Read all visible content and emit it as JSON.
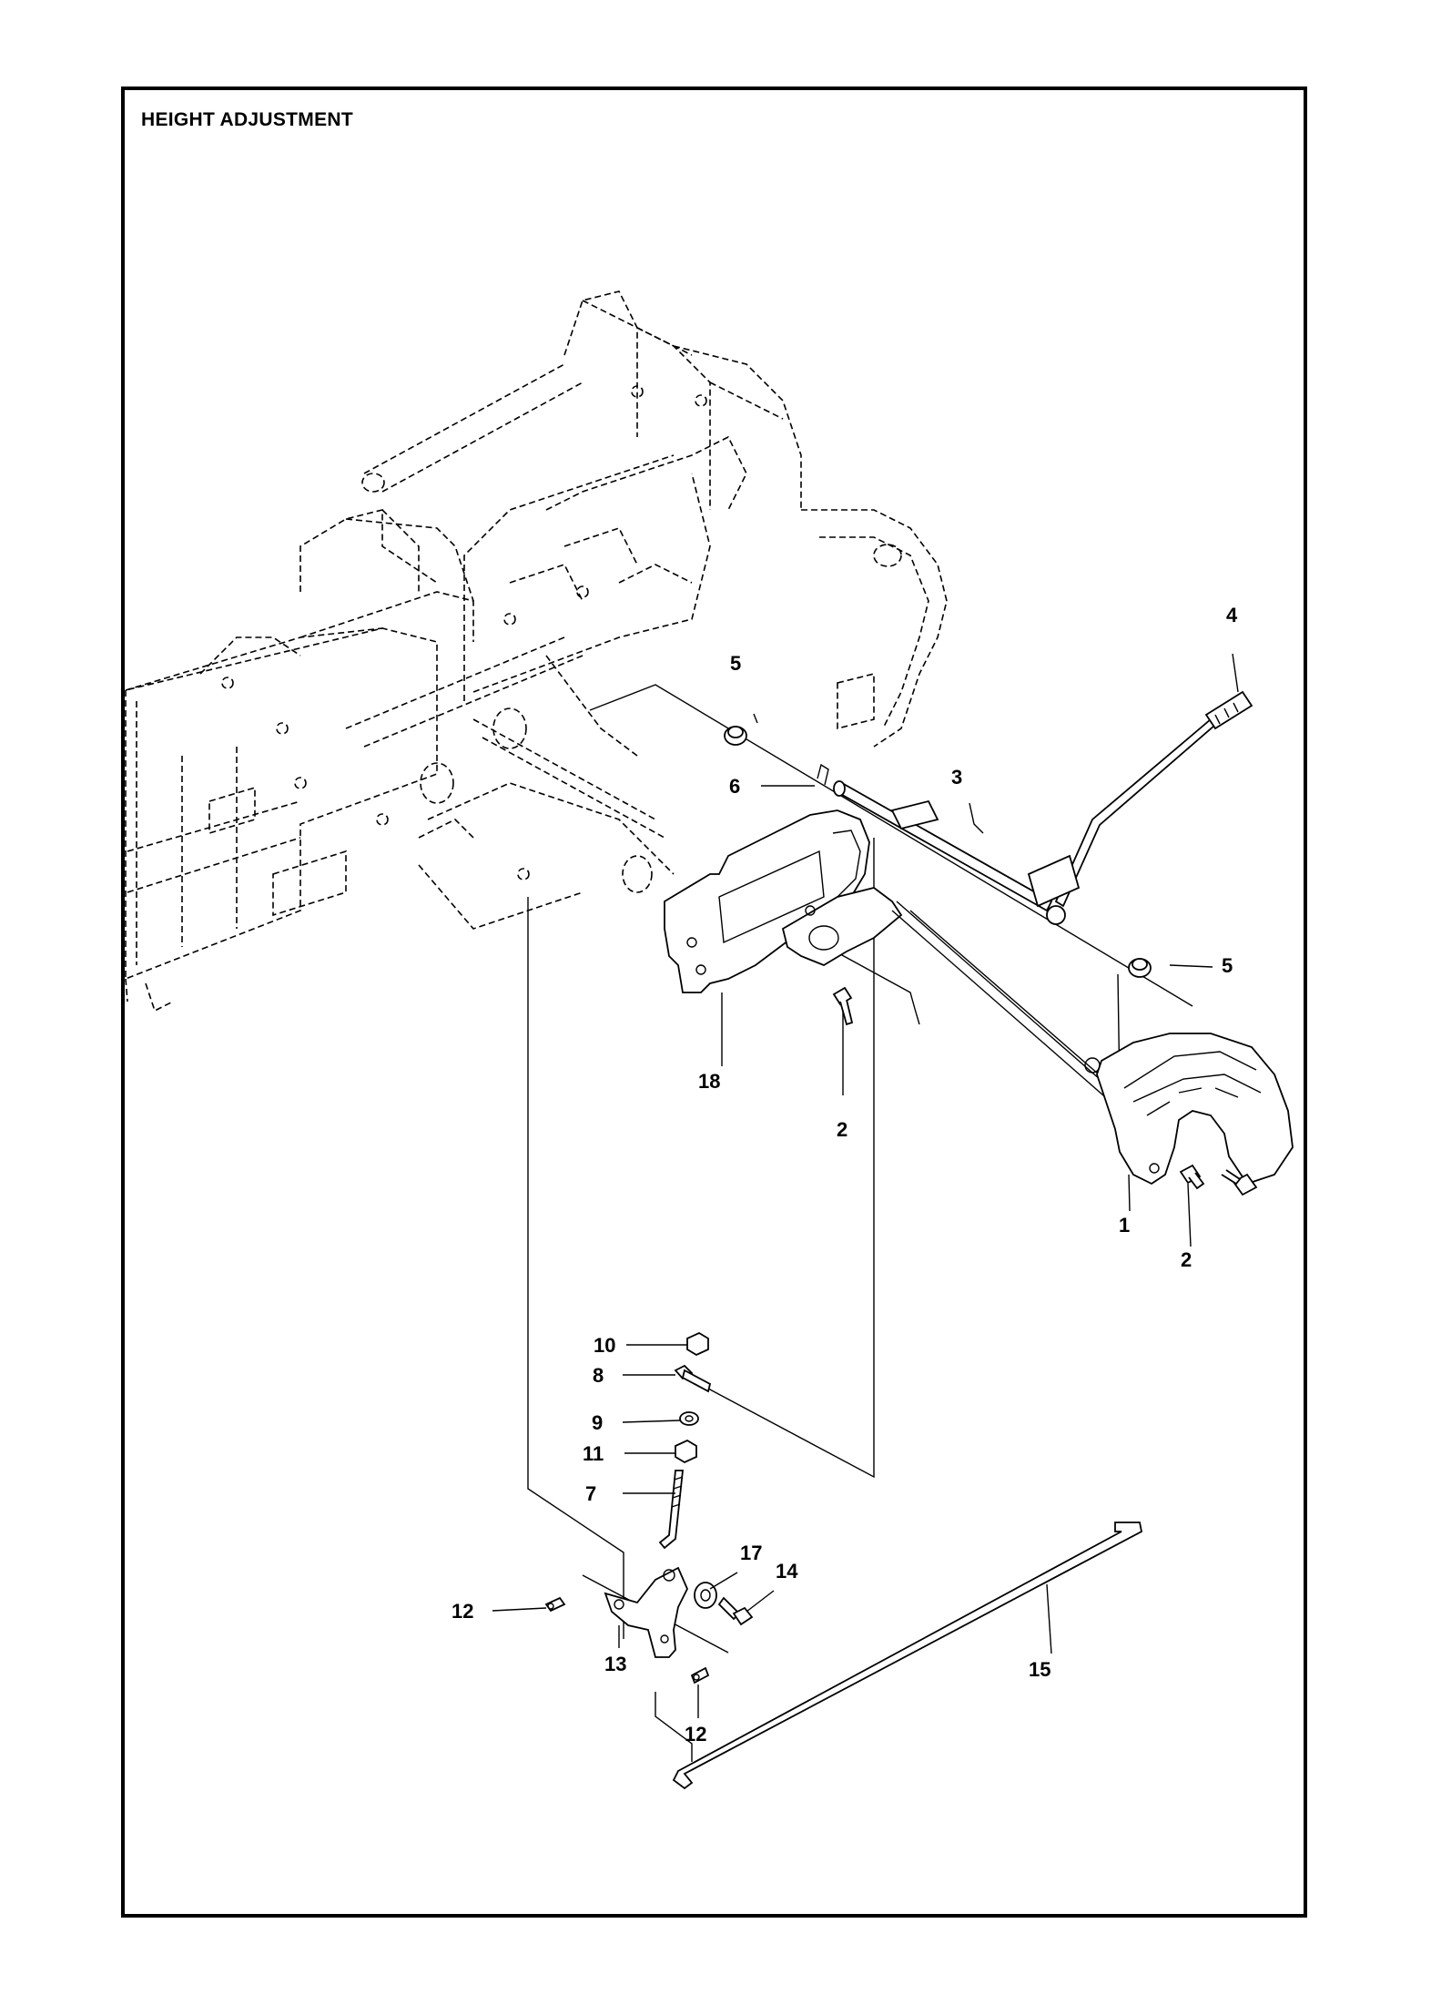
{
  "title": "HEIGHT ADJUSTMENT",
  "callouts": [
    {
      "id": "c1",
      "text": "1"
    },
    {
      "id": "c2a",
      "text": "2"
    },
    {
      "id": "c2b",
      "text": "2"
    },
    {
      "id": "c3",
      "text": "3"
    },
    {
      "id": "c4",
      "text": "4"
    },
    {
      "id": "c5a",
      "text": "5"
    },
    {
      "id": "c5b",
      "text": "5"
    },
    {
      "id": "c6",
      "text": "6"
    },
    {
      "id": "c7",
      "text": "7"
    },
    {
      "id": "c8",
      "text": "8"
    },
    {
      "id": "c9",
      "text": "9"
    },
    {
      "id": "c10",
      "text": "10"
    },
    {
      "id": "c11",
      "text": "11"
    },
    {
      "id": "c12a",
      "text": "12"
    },
    {
      "id": "c12b",
      "text": "12"
    },
    {
      "id": "c13",
      "text": "13"
    },
    {
      "id": "c14",
      "text": "14"
    },
    {
      "id": "c15",
      "text": "15"
    },
    {
      "id": "c17",
      "text": "17"
    },
    {
      "id": "c18",
      "text": "18"
    }
  ]
}
